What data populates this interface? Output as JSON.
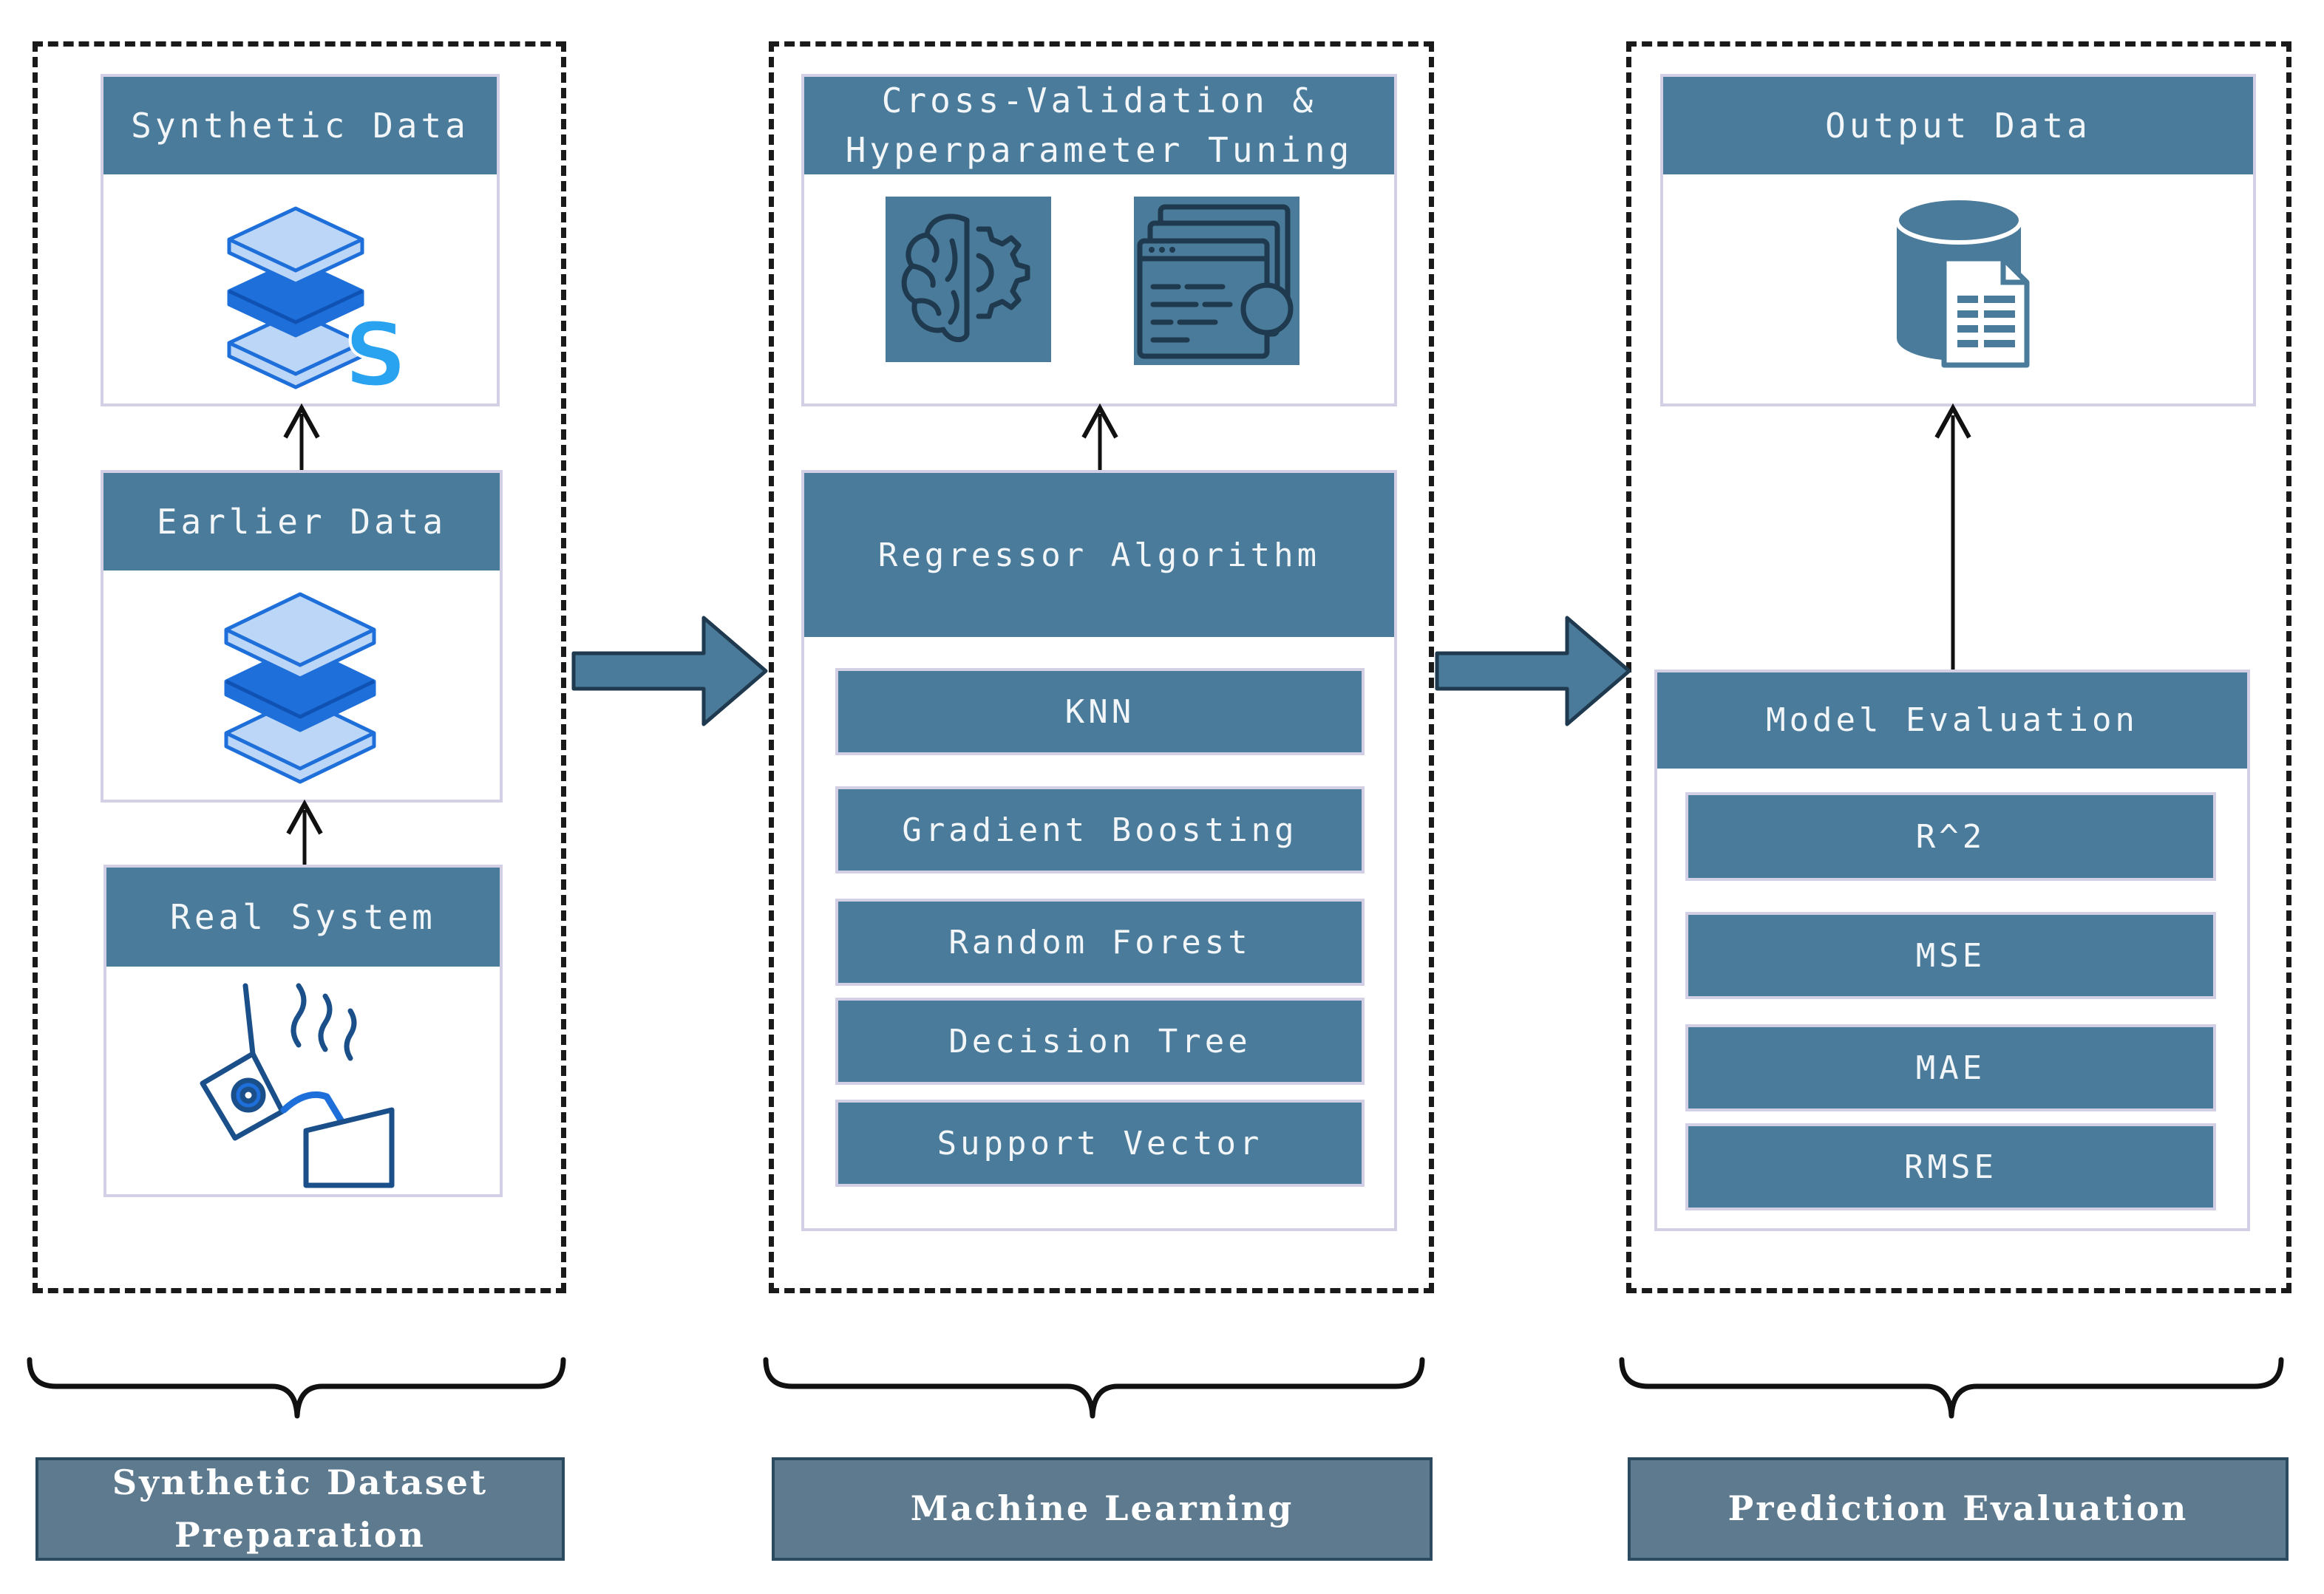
{
  "columns": [
    {
      "boxes": [
        {
          "title": "Synthetic Data",
          "icon": "layers-s-icon"
        },
        {
          "title": "Earlier Data",
          "icon": "layers-icon"
        },
        {
          "title": "Real System",
          "icon": "pouring-ladle-icon"
        }
      ],
      "label": "Synthetic Dataset\nPreparation"
    },
    {
      "top_box": {
        "title": "Cross-Validation &\nHyperparameter Tuning",
        "icons": [
          "brain-gear-icon",
          "code-window-icon"
        ]
      },
      "algorithm": {
        "title": "Regressor Algorithm",
        "items": [
          "KNN",
          "Gradient Boosting",
          "Random Forest",
          "Decision Tree",
          "Support Vector"
        ]
      },
      "label": "Machine Learning"
    },
    {
      "top_box": {
        "title": "Output Data",
        "icon": "database-document-icon"
      },
      "evaluation": {
        "title": "Model Evaluation",
        "metrics": [
          "R^2",
          "MSE",
          "MAE",
          "RMSE"
        ]
      },
      "label": "Prediction Evaluation"
    }
  ],
  "colors": {
    "header": "#4a7b9a",
    "label": "#5d7a8f",
    "icon_blue": "#1e6fd9",
    "icon_light": "#bcd6f7",
    "s_letter": "#29a3f0"
  }
}
